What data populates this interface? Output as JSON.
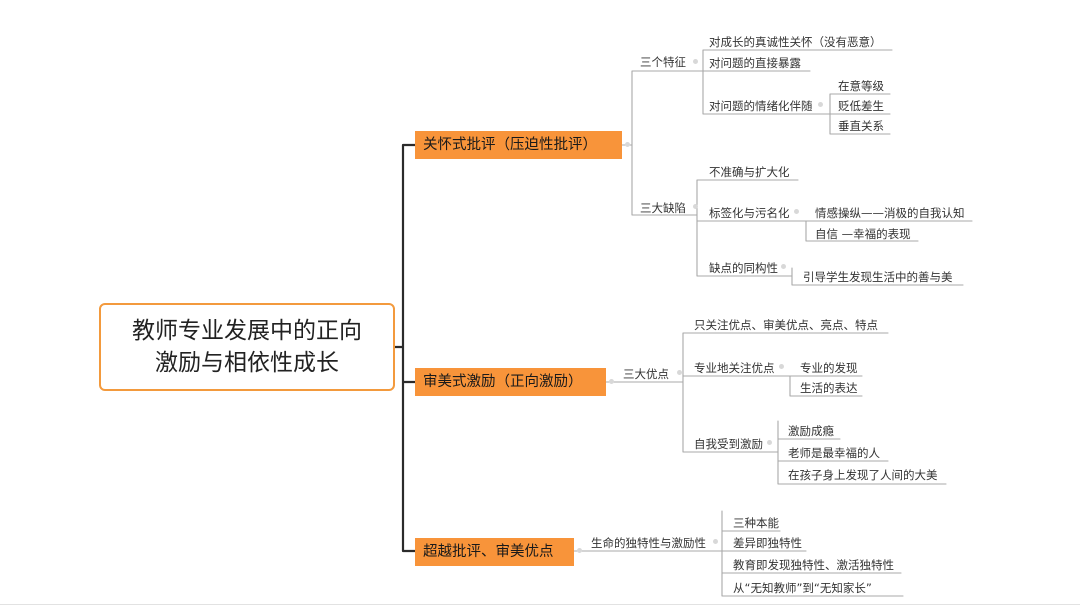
{
  "root": {
    "line1": "教师专业发展中的正向",
    "line2": "激励与相依性成长"
  },
  "branches": [
    {
      "label": "关怀式批评（压迫性批评）",
      "groups": [
        {
          "label": "三个特征",
          "items": [
            {
              "label": "对成长的真诚性关怀（没有恶意）"
            },
            {
              "label": "对问题的直接暴露"
            },
            {
              "label": "对问题的情绪化伴随",
              "children": [
                "在意等级",
                "贬低差生",
                "垂直关系"
              ]
            }
          ]
        },
        {
          "label": "三大缺陷",
          "items": [
            {
              "label": "不准确与扩大化"
            },
            {
              "label": "标签化与污名化",
              "children": [
                "情感操纵——消极的自我认知",
                "自信 —幸福的表现"
              ]
            },
            {
              "label": "缺点的同构性",
              "children": [
                "引导学生发现生活中的善与美"
              ]
            }
          ]
        }
      ]
    },
    {
      "label": "审美式激励（正向激励）",
      "groups": [
        {
          "label": "三大优点",
          "items": [
            {
              "label": "只关注优点、审美优点、亮点、特点"
            },
            {
              "label": "专业地关注优点",
              "children": [
                "专业的发现",
                "生活的表达"
              ]
            },
            {
              "label": "自我受到激励",
              "children": [
                "激励成瘾",
                "老师是最幸福的人",
                "在孩子身上发现了人间的大美"
              ]
            }
          ]
        }
      ]
    },
    {
      "label": "超越批评、审美优点",
      "groups": [
        {
          "label": "生命的独特性与激励性",
          "items": [
            {
              "label": "三种本能"
            },
            {
              "label": "差异即独特性"
            },
            {
              "label": "教育即发现独特性、激活独特性"
            },
            {
              "label": "从“无知教师”到“无知家长”"
            }
          ]
        }
      ]
    }
  ]
}
